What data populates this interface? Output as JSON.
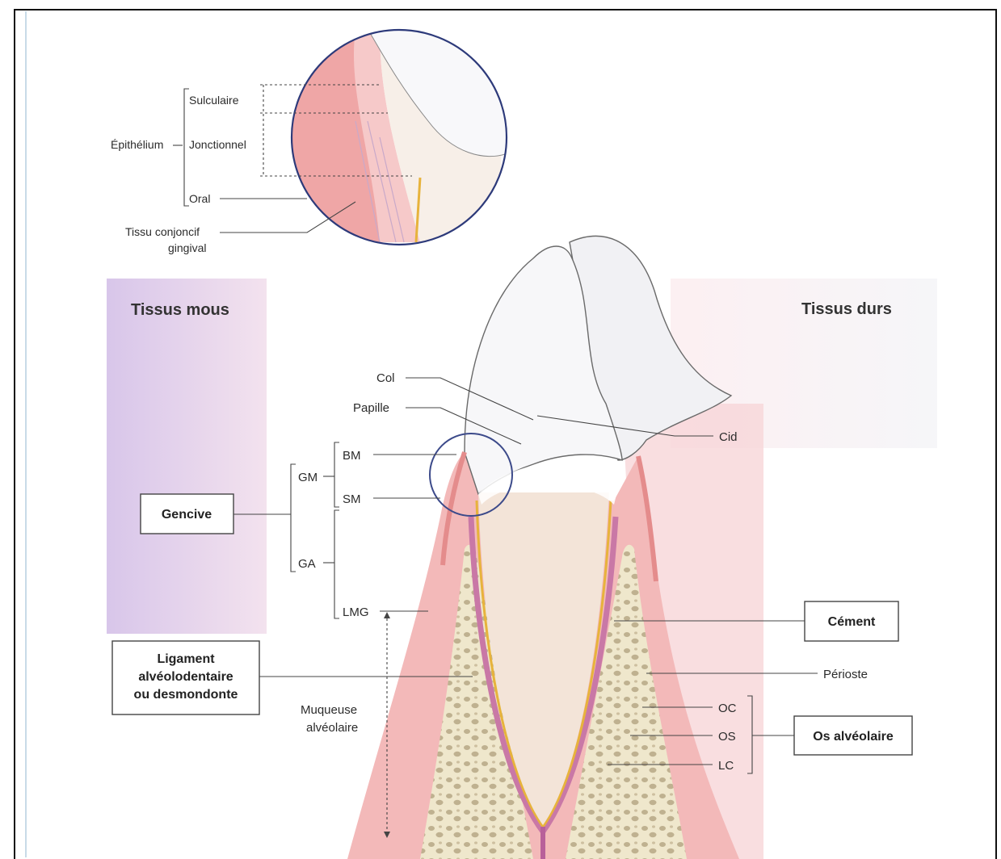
{
  "colors": {
    "gum": "#f2b4b4",
    "gum_light": "#f8d6d6",
    "gum_edge": "#e48c8c",
    "enamel": "#f6f6f8",
    "dentin": "#f4e6da",
    "cement": "#e9b53d",
    "ligament": "#c86a9c",
    "bone": "#ece3c5",
    "bone_holes": "#b7a98a",
    "soft_panel": "#e2d0ec",
    "hard_panel": "#f2dfe3"
  },
  "inset": {
    "epithelium_label": "Épithélium",
    "sulcular": "Sulculaire",
    "jonctionnel": "Jonctionnel",
    "oral": "Oral",
    "tissu_line1": "Tissu conjoncif",
    "tissu_line2": "gingival"
  },
  "headings": {
    "soft": "Tissus mous",
    "hard": "Tissus durs"
  },
  "labels": {
    "col": "Col",
    "papille": "Papille",
    "cid": "Cid",
    "bm": "BM",
    "sm": "SM",
    "gm": "GM",
    "ga": "GA",
    "lmg": "LMG",
    "muqueuse_line1": "Muqueuse",
    "muqueuse_line2": "alvéolaire",
    "perioste": "Périoste",
    "oc": "OC",
    "os": "OS",
    "lc": "LC"
  },
  "boxes": {
    "gencive": "Gencive",
    "ligament_line1": "Ligament",
    "ligament_line2": "alvéolodentaire",
    "ligament_line3": "ou desmondonte",
    "cement": "Cément",
    "os_alveolaire": "Os alvéolaire"
  }
}
